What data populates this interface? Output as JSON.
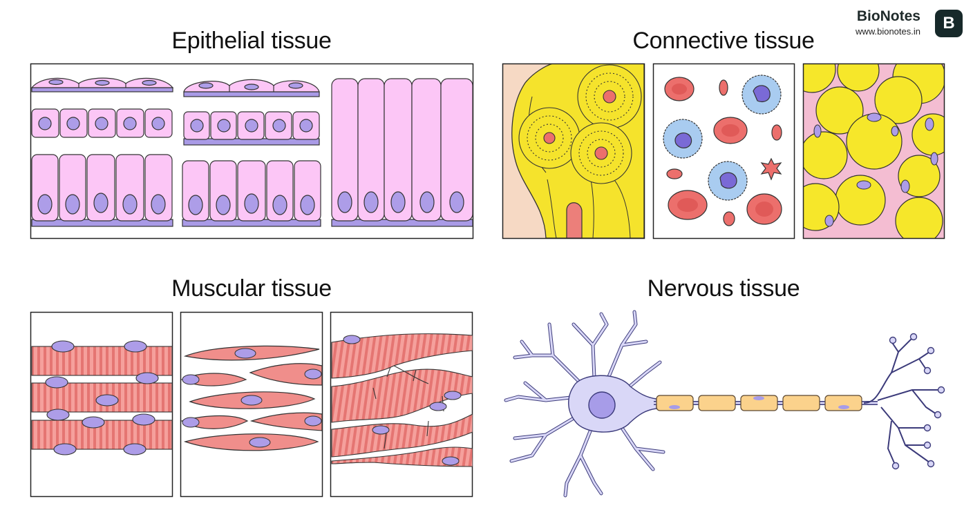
{
  "brand": {
    "name": "BioNotes",
    "url": "www.bionotes.in",
    "logo_letter": "B"
  },
  "titles": {
    "epithelial": "Epithelial tissue",
    "connective": "Connective tissue",
    "muscular": "Muscular tissue",
    "nervous": "Nervous tissue"
  },
  "colors": {
    "epithelial_cell": "#fcc6f6",
    "nucleus": "#ad9de8",
    "basement": "#a99ae6",
    "bone_yellow": "#f5e32c",
    "blood_red": "#ec6f6c",
    "fat_yellow": "#f6e72a",
    "fat_pink": "#f4bdd2",
    "muscle": "#f08e8b",
    "neuron": "#d9d7f7",
    "myelin": "#fbd28c"
  }
}
